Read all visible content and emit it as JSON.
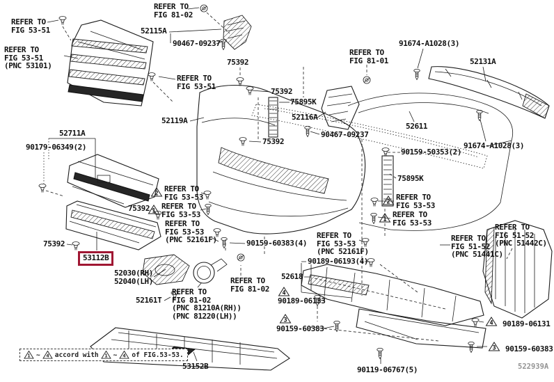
{
  "diagram": {
    "type": "parts-exploded-diagram",
    "subject": "front bumper and radiator grille",
    "highlight": {
      "part_no": "53112B",
      "box_color": "#A01733"
    },
    "footer_code": "522939A"
  },
  "callouts": [
    {
      "id": "ref-fig53-51-a",
      "text": "REFER TO\nFIG 53-51"
    },
    {
      "id": "ref-fig81-02-a",
      "text": "REFER TO\nFIG 81-02"
    },
    {
      "id": "part-52115A",
      "text": "52115A"
    },
    {
      "id": "part-90467-09237-a",
      "text": "90467-09237"
    },
    {
      "id": "ref-fig53-51-b",
      "text": "REFER TO\nFIG 53-51\n(PNC 53101)"
    },
    {
      "id": "part-75392-a",
      "text": "75392"
    },
    {
      "id": "ref-fig53-51-c",
      "text": "REFER TO\nFIG 53-51"
    },
    {
      "id": "part-75392-b",
      "text": "75392"
    },
    {
      "id": "part-75895K-a",
      "text": "75895K"
    },
    {
      "id": "part-52116A",
      "text": "52116A"
    },
    {
      "id": "ref-fig81-01",
      "text": "REFER TO\nFIG 81-01"
    },
    {
      "id": "part-91674-A1028-a",
      "text": "91674-A1028(3)"
    },
    {
      "id": "part-52131A",
      "text": "52131A"
    },
    {
      "id": "part-52119A",
      "text": "52119A"
    },
    {
      "id": "part-90467-09237-b",
      "text": "90467-09237"
    },
    {
      "id": "part-52611",
      "text": "52611"
    },
    {
      "id": "part-91674-A1028-b",
      "text": "91674-A1028(3)"
    },
    {
      "id": "part-90159-50353",
      "text": "90159-50353(2)"
    },
    {
      "id": "part-75895K-b",
      "text": "75895K"
    },
    {
      "id": "part-52711A",
      "text": "52711A"
    },
    {
      "id": "part-90179-06349",
      "text": "90179-06349(2)"
    },
    {
      "id": "part-75392-c",
      "text": "75392"
    },
    {
      "id": "part-75392-d",
      "text": "75392"
    },
    {
      "id": "part-53112B",
      "text": "53112B"
    },
    {
      "id": "ref-fig53-53-a",
      "text": "REFER TO\nFIG 53-53"
    },
    {
      "id": "ref-fig53-53-b",
      "text": "REFER TO\nFIG 53-53"
    },
    {
      "id": "ref-fig53-53-c",
      "text": "REFER TO\nFIG 53-53\n(PNC 52161F)"
    },
    {
      "id": "part-75392-e",
      "text": "75392"
    },
    {
      "id": "part-90159-60383-a",
      "text": "90159-60383(4)"
    },
    {
      "id": "ref-fig53-53-d",
      "text": "REFER TO\nFIG 53-53\n(PNC 52161F)"
    },
    {
      "id": "ref-fig53-53-e",
      "text": "REFER TO\nFIG 53-53"
    },
    {
      "id": "ref-fig53-53-f",
      "text": "REFER TO\nFIG 53-53"
    },
    {
      "id": "ref-fig51-52-a",
      "text": "REFER TO\nFIG 51-52\n(PNC 51441C)"
    },
    {
      "id": "ref-fig51-52-b",
      "text": "REFER TO\nFIG 51-52\n(PNC 51442C)"
    },
    {
      "id": "part-52030-52040",
      "text": "52030(RH)\n52040(LH)"
    },
    {
      "id": "part-52161T",
      "text": "52161T"
    },
    {
      "id": "ref-fig81-02-b",
      "text": "REFER TO\nFIG 81-02"
    },
    {
      "id": "ref-fig81-02-c",
      "text": "REFER TO\nFIG 81-02\n(PNC 81210A(RH))\n(PNC 81220(LH))"
    },
    {
      "id": "part-52618",
      "text": "52618"
    },
    {
      "id": "part-90189-06193",
      "text": "90189-06193(4)"
    },
    {
      "id": "part-90189-06133",
      "text": "90189-06133"
    },
    {
      "id": "part-90159-60383-b",
      "text": "90159-60383"
    },
    {
      "id": "part-90119-06767",
      "text": "90119-06767(5)"
    },
    {
      "id": "part-90189-06131",
      "text": "90189-06131"
    },
    {
      "id": "part-90159-60383-c",
      "text": "90159-60383"
    },
    {
      "id": "part-53152B",
      "text": "53152B"
    }
  ],
  "triangle_markers": [
    {
      "n": "2"
    },
    {
      "n": "1"
    },
    {
      "n": "2"
    },
    {
      "n": "1"
    },
    {
      "n": "4"
    },
    {
      "n": "3"
    },
    {
      "n": "4"
    },
    {
      "n": "3"
    }
  ],
  "legend": {
    "tri_a": "1",
    "sep1": "~",
    "tri_b": "4",
    "middle": "accord with",
    "tri_c": "1",
    "sep2": "~",
    "tri_d": "4",
    "suffix": "of FIG.53-53."
  }
}
